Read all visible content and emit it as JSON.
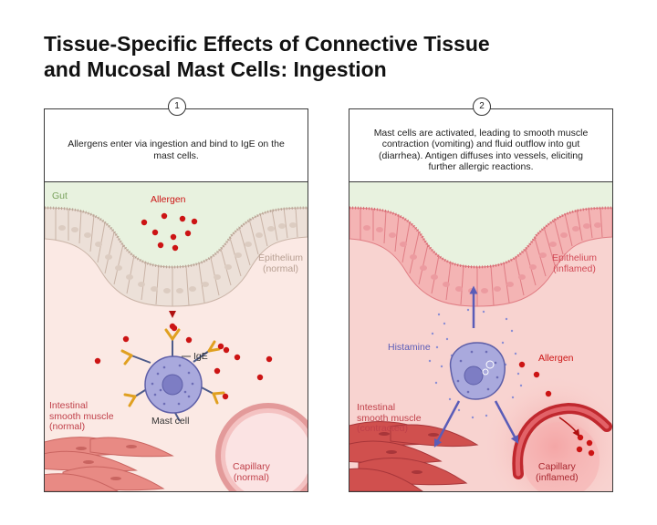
{
  "title": {
    "line1": "Tissue-Specific Effects of Connective Tissue",
    "line2": "and Mucosal Mast Cells: Ingestion"
  },
  "panels": [
    {
      "step": "1",
      "caption": "Allergens enter via ingestion and bind to IgE on the mast cells.",
      "labels": {
        "gut": "Gut",
        "allergen": "Allergen",
        "epithelium_1": "Epithelium",
        "epithelium_2": "(normal)",
        "ige": "IgE",
        "muscle_1": "Intestinal",
        "muscle_2": "smooth muscle",
        "muscle_3": "(normal)",
        "mast_cell": "Mast cell",
        "capillary_1": "Capillary",
        "capillary_2": "(normal)"
      }
    },
    {
      "step": "2",
      "caption": "Mast cells are activated, leading to smooth muscle contraction (vomiting) and fluid outflow into gut (diarrhea). Antigen diffuses into vessels, eliciting further allergic reactions.",
      "labels": {
        "epithelium_1": "Epithelium",
        "epithelium_2": "(inflamed)",
        "histamine": "Histamine",
        "allergen": "Allergen",
        "muscle_1": "Intestinal",
        "muscle_2": "smooth muscle",
        "muscle_3": "(contracted)",
        "capillary_1": "Capillary",
        "capillary_2": "(inflamed)"
      }
    }
  ],
  "colors": {
    "gut_lumen": "#e8f2df",
    "tissue_normal": "#fbe9e4",
    "tissue_inflamed": "#f8d3d0",
    "epithelium_normal": "#ece0d8",
    "epithelium_inflamed": "#f4b4b4",
    "allergen": "#cc1414",
    "mast_cell": "#a9a9dd",
    "histamine_arrow": "#5a5cb8",
    "ige": "#e0a020",
    "muscle": "#e88a84",
    "capillary": "#f1a9a9",
    "capillary_inflamed": "#c0282e"
  }
}
